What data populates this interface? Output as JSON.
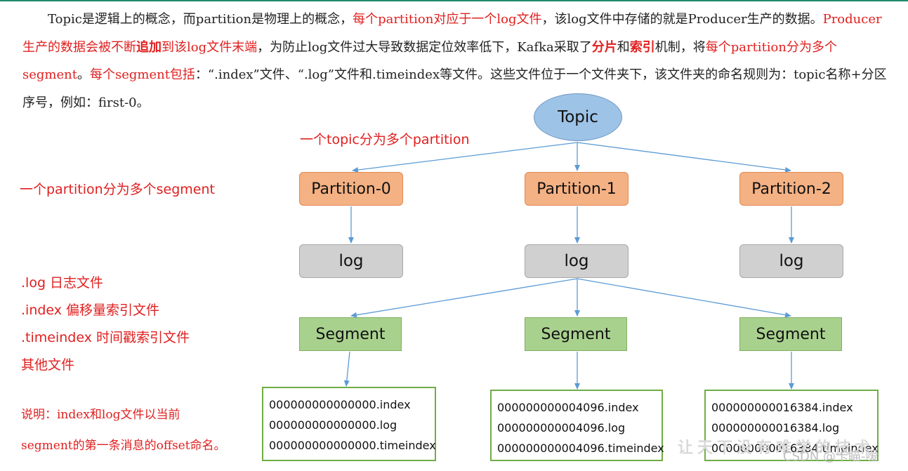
{
  "paragraph": {
    "s1": "Topic是逻辑上的概念，而partition是物理上的概念，",
    "s2": "每个partition对应于一个log文件",
    "s3": "，该log文件中存储的就是Producer生产的数据。",
    "s4": "Producer生产的数据会被不断",
    "s5": "追加",
    "s6": "到该log文件末端",
    "s7": "，为防止log文件过大导致数据定位效率低下，Kafka采取了",
    "s8": "分片",
    "s9": "和",
    "s10": "索引",
    "s11": "机制，将",
    "s12": "每个partition分为多个segment",
    "s13": "。",
    "s14": "每个segment包括",
    "s15": "：“.index”文件、“.log”文件和.timeindex等文件。这些文件位于一个文件夹下，该文件夹的命名规则为：topic名称+分区序号，例如：first-0。"
  },
  "annotations": {
    "topic_split": "一个topic分为多个partition",
    "partition_split": "一个partition分为多个segment",
    "file_types": [
      ".log  日志文件",
      ".index 偏移量索引文件",
      ".timeindex 时间戳索引文件",
      "其他文件"
    ],
    "note_line1": "说明：index和log文件以当前",
    "note_line2": "segment的第一条消息的offset命名。"
  },
  "tree": {
    "topic": "Topic",
    "partitions": [
      "Partition-0",
      "Partition-1",
      "Partition-2"
    ],
    "logs": [
      "log",
      "log",
      "log"
    ],
    "segments": [
      "Segment",
      "Segment",
      "Segment"
    ],
    "files": [
      [
        "000000000000000.index",
        "000000000000000.log",
        "000000000000000.timeindex"
      ],
      [
        "000000000004096.index",
        "000000000004096.log",
        "000000000004096.timeindex"
      ],
      [
        "000000000016384.index",
        "000000000016384.log",
        "000000000016384.timeindex"
      ]
    ]
  },
  "watermark": {
    "faint": "让天下没有难学的技术",
    "csdn": "CSDN @卡瞄-嗳"
  },
  "colors": {
    "highlight": "#e02020",
    "topic_fill": "#9dc3e6",
    "partition_fill": "#f4b183",
    "log_fill": "#d0d0d0",
    "segment_fill": "#a9d18e",
    "files_border": "#70ad47",
    "arrow": "#5b9bd5"
  }
}
